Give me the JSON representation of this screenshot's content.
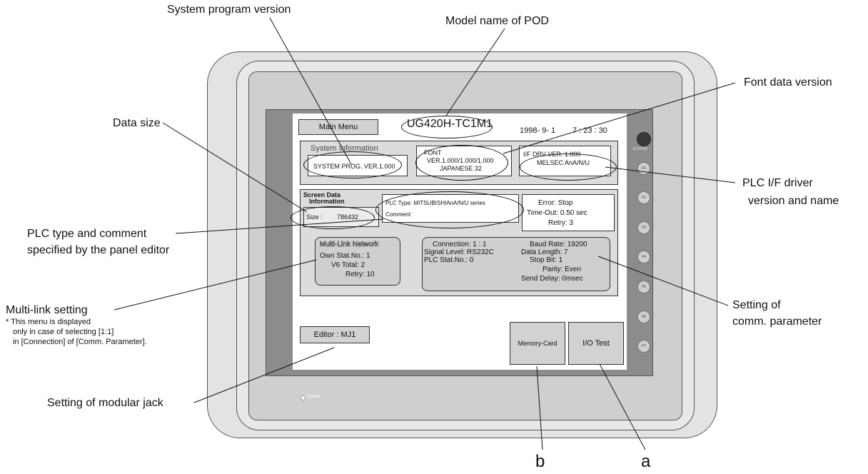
{
  "callouts": {
    "system_program_version": "System program version",
    "model_name_of_pod": "Model name of POD",
    "font_data_version": "Font data version",
    "data_size": "Data size",
    "plc_driver_line1": "PLC I/F driver",
    "plc_driver_line2": "version and name",
    "plc_type_line1": "PLC type and comment",
    "plc_type_line2": "specified by the panel editor",
    "multilink_title": "Multi-link setting",
    "multilink_note1": "* This menu is displayed",
    "multilink_note2": "only in case of selecting [1:1]",
    "multilink_note3": "in [Connection] of [Comm. Parameter].",
    "comm_line1": "Setting of",
    "comm_line2": "comm. parameter",
    "modular_jack": "Setting of modular jack",
    "label_a": "a",
    "label_b": "b"
  },
  "screen": {
    "main_menu": "Main Menu",
    "model_name": "UG420H-TC1M1",
    "date": "1998- 9- 1",
    "time": "7 : 23 : 30",
    "system_info_title": "System Information",
    "sys_prog": "SYSTEM PROG. VER.1.000",
    "font_line1": "FONT",
    "font_line2": "VER.1.000/1.000/1.000",
    "font_line3": "JAPANESE  32",
    "ifdrv_line1": "I/F DRV VER. 1.000",
    "ifdrv_line2": "MELSEC AnA/N/U",
    "screen_data_line1": "Screen Data",
    "screen_data_line2": "Information",
    "size_label": "Size :",
    "size_value": "786432",
    "plc_type": "PLC Type: MITSUBISHIAnA/N/U series",
    "comment": "Comment:",
    "error": "Error: Stop",
    "timeout": "Time-Out: 0.50  sec",
    "retry": "Retry: 3",
    "multilink_network": "Multi-Link Network",
    "own_stat": "Own Stat.No.: 1",
    "v6_total": "V6 Total: 2",
    "ml_retry": "Retry: 10",
    "connection": "Connection: 1 : 1",
    "signal_level": "Signal Level: RS232C",
    "plc_stat": "PLC Stat.No.: 0",
    "baud_rate": "Baud Rate: 19200",
    "data_length": "Data Length: 7",
    "stop_bit": "Stop Bit: 1",
    "parity": "Parity: Even",
    "send_delay": "Send Delay:    0msec",
    "editor": "Editor : MJ1",
    "memory_card": "Memory-Card",
    "io_test": "I/O Test"
  },
  "hardware": {
    "system_key": "SYSTEM",
    "fkeys": [
      "F1",
      "F2",
      "F3",
      "F4",
      "F5",
      "F6",
      "F7"
    ],
    "power": "POWER"
  }
}
